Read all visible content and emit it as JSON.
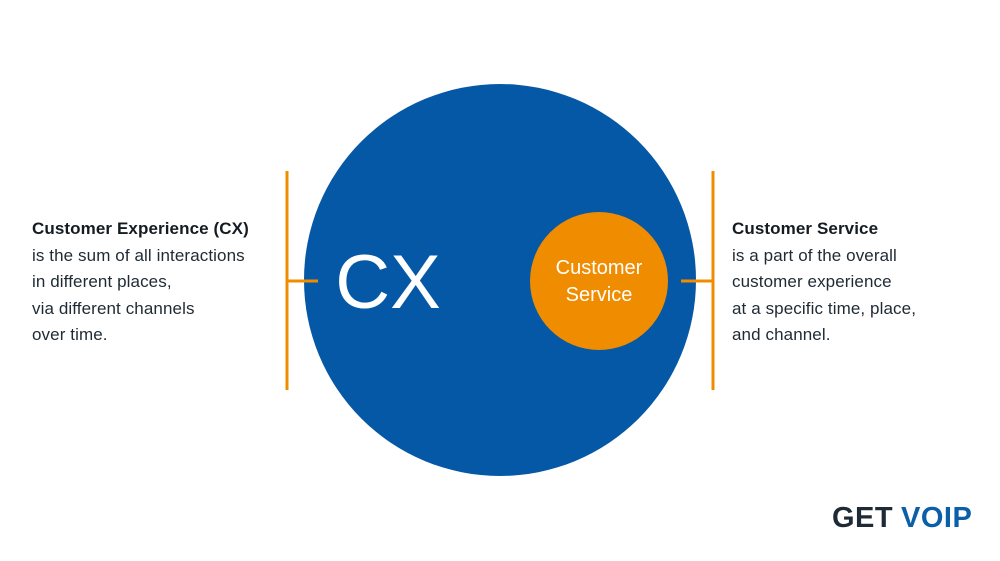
{
  "cx_circle": {
    "label": "CX",
    "color": "#0558a5"
  },
  "service_circle": {
    "label_line1": "Customer",
    "label_line2": "Service",
    "color": "#ef8c00"
  },
  "bracket_color": "#ef8c00",
  "left_text": {
    "heading": "Customer Experience (CX)",
    "lines": [
      "is the sum of all interactions",
      "in different places,",
      "via different channels",
      "over time."
    ]
  },
  "right_text": {
    "heading": "Customer Service",
    "lines": [
      "is a part of the overall",
      "customer experience",
      "at a specific time, place,",
      "and channel."
    ]
  },
  "logo": {
    "part1": "GET",
    "part2": "VOIP"
  }
}
